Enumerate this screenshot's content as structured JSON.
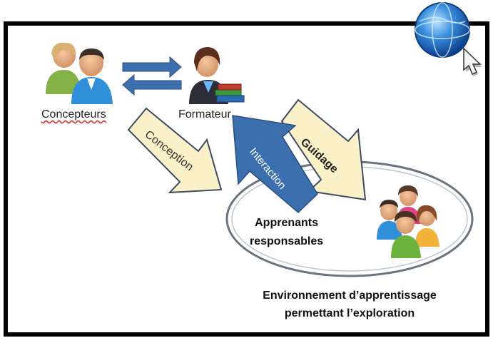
{
  "labels": {
    "concepteurs": "Concepteurs",
    "formateur": "Formateur",
    "apprenants": "Apprenants\nresponsables",
    "environnement": "Environnement d’apprentissage\npermettant l’exploration"
  },
  "arrows": {
    "conception": "Conception",
    "interaction": "Interaction",
    "guidage": "Guidage"
  },
  "colors": {
    "frame": "#000000",
    "blue_arrow": "#3b6fae",
    "beige_arrow": "#fbf1c8",
    "beige_border": "#3c4a63",
    "ellipse": "#6a7480"
  },
  "icons": {
    "people_pair": "concepteurs-people-icon",
    "teacher": "formateur-teacher-icon",
    "learners_group": "apprenants-group-icon",
    "globe_cursor": "globe-hand-cursor-icon"
  }
}
